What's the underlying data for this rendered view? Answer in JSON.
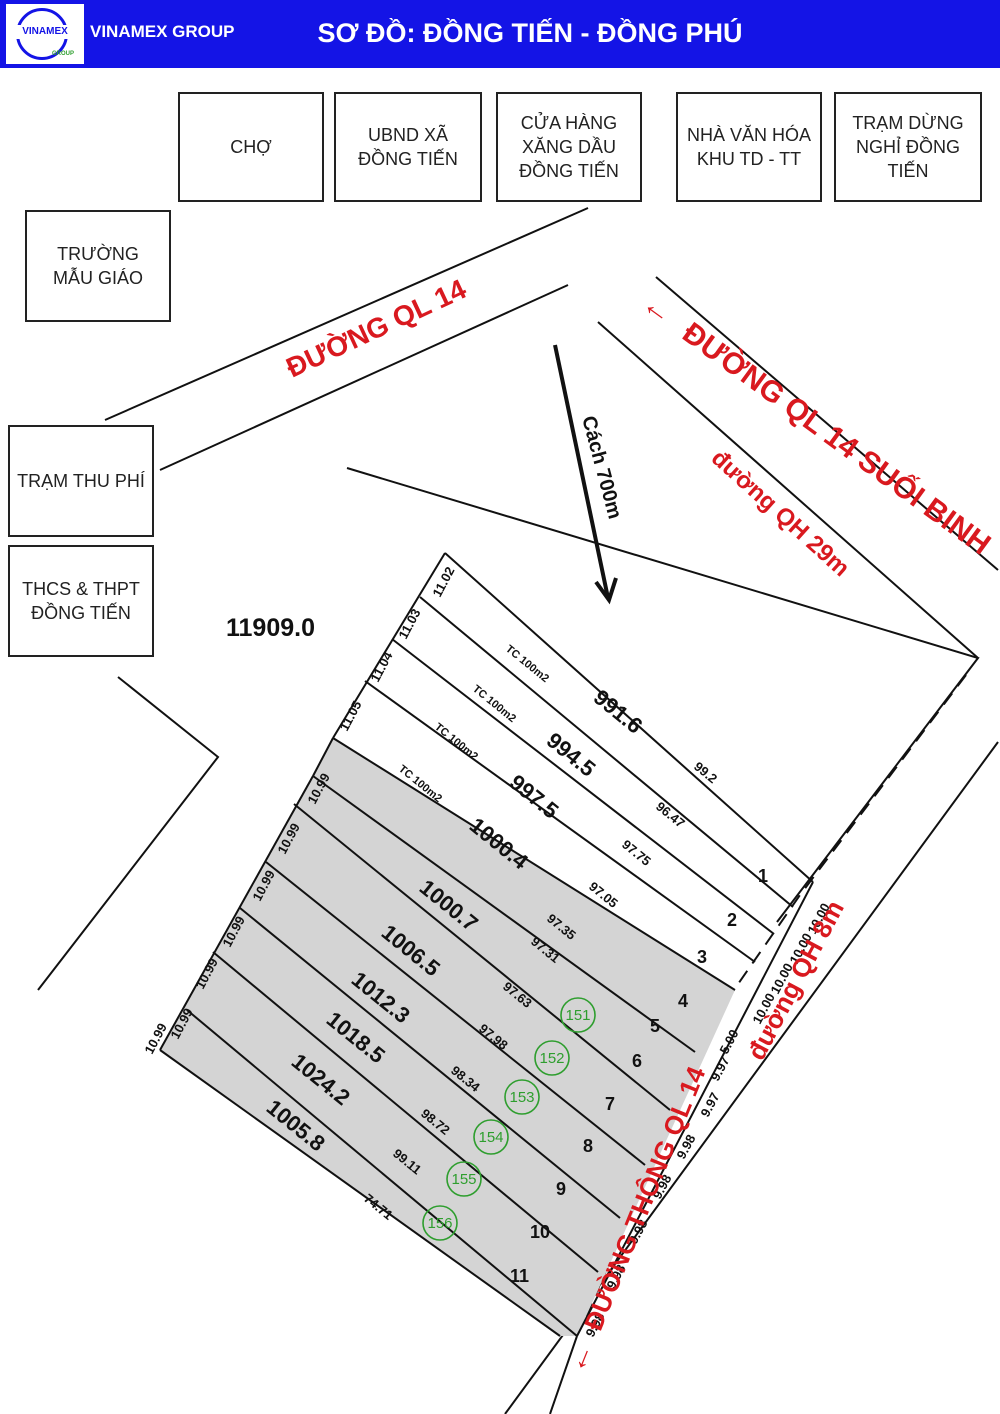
{
  "header": {
    "logo_text": "VINAMEX",
    "logo_sub": "GROUP",
    "brand": "VINAMEX GROUP",
    "title": "SƠ ĐỒ: ĐỒNG TIẾN - ĐỒNG PHÚ"
  },
  "colors": {
    "header_bg": "#1414e6",
    "road_label": "#d9191f",
    "shaded_lot": "#d4d4d4",
    "number_circle": "#2e9e2e"
  },
  "buildings": [
    {
      "id": "cho",
      "label": "CHỢ"
    },
    {
      "id": "ubnd",
      "label": "UBND XÃ\nĐỒNG TIẾN"
    },
    {
      "id": "xang",
      "label": "CỬA HÀNG\nXĂNG DẦU\nĐỒNG TIẾN"
    },
    {
      "id": "nvh",
      "label": "NHÀ VĂN HÓA\nKHU TD - TT"
    },
    {
      "id": "tramdung",
      "label": "TRẠM DỪNG\nNGHỈ ĐỒNG\nTIẾN"
    },
    {
      "id": "mg",
      "label": "TRƯỜNG\nMẪU GIÁO"
    },
    {
      "id": "thu",
      "label": "TRẠM THU PHÍ"
    },
    {
      "id": "thcs",
      "label": "THCS & THPT\nĐỒNG TIẾN"
    }
  ],
  "roads": {
    "ql14": "ĐƯỜNG QL 14",
    "ql14_suoi_binh": "ĐƯỜNG QL 14 SUỐI BINH",
    "arrow_left": "←",
    "qh29": "đường QH 29m",
    "qh8": "đường QH 8m",
    "thong_ql14": "ĐƯỜNG THÔNG QL 14",
    "distance": "Cách 700m"
  },
  "parcel_area": "11909.0",
  "lots": [
    {
      "no": "1",
      "area": "991.6",
      "tc": "TC 100m2",
      "length": "99.2",
      "width": "11.02",
      "front": "10.00",
      "circle": ""
    },
    {
      "no": "2",
      "area": "994.5",
      "tc": "TC 100m2",
      "length": "96.47",
      "width": "11.03",
      "front": "10.00",
      "circle": ""
    },
    {
      "no": "3",
      "area": "997.5",
      "tc": "TC 100m2",
      "length": "97.75",
      "width": "11.04",
      "front": "10.00",
      "circle": ""
    },
    {
      "no": "4",
      "area": "1000.4",
      "tc": "TC 100m2",
      "length": "97.05",
      "width": "11.05",
      "front": "10.00",
      "circle": ""
    },
    {
      "no": "5",
      "area": "1000.7",
      "tc": "",
      "length": "97.35",
      "width": "10.99",
      "front": "5.00",
      "circle": ""
    },
    {
      "no": "6",
      "area": "1006.5",
      "tc": "",
      "length": "97.31",
      "width": "10.99",
      "front": "9.97",
      "circle": "151"
    },
    {
      "no": "7",
      "area": "1012.3",
      "tc": "",
      "length": "97.63",
      "width": "10.99",
      "front": "9.97",
      "circle": "152"
    },
    {
      "no": "8",
      "area": "1018.5",
      "tc": "",
      "length": "97.98",
      "width": "10.99",
      "front": "9.98",
      "circle": "153"
    },
    {
      "no": "9",
      "area": "1024.2",
      "tc": "",
      "length": "98.34",
      "width": "10.99",
      "front": "9.98",
      "circle": "154"
    },
    {
      "no": "10",
      "area": "1005.8",
      "tc": "",
      "length": "98.72",
      "width": "10.99",
      "front": "9.98",
      "circle": "155"
    },
    {
      "no": "11",
      "area": "",
      "tc": "",
      "length": "99.11",
      "width": "10.99",
      "front": "9.98",
      "circle": "156"
    }
  ],
  "extra_length": "74.71",
  "extra_front": "9.98"
}
